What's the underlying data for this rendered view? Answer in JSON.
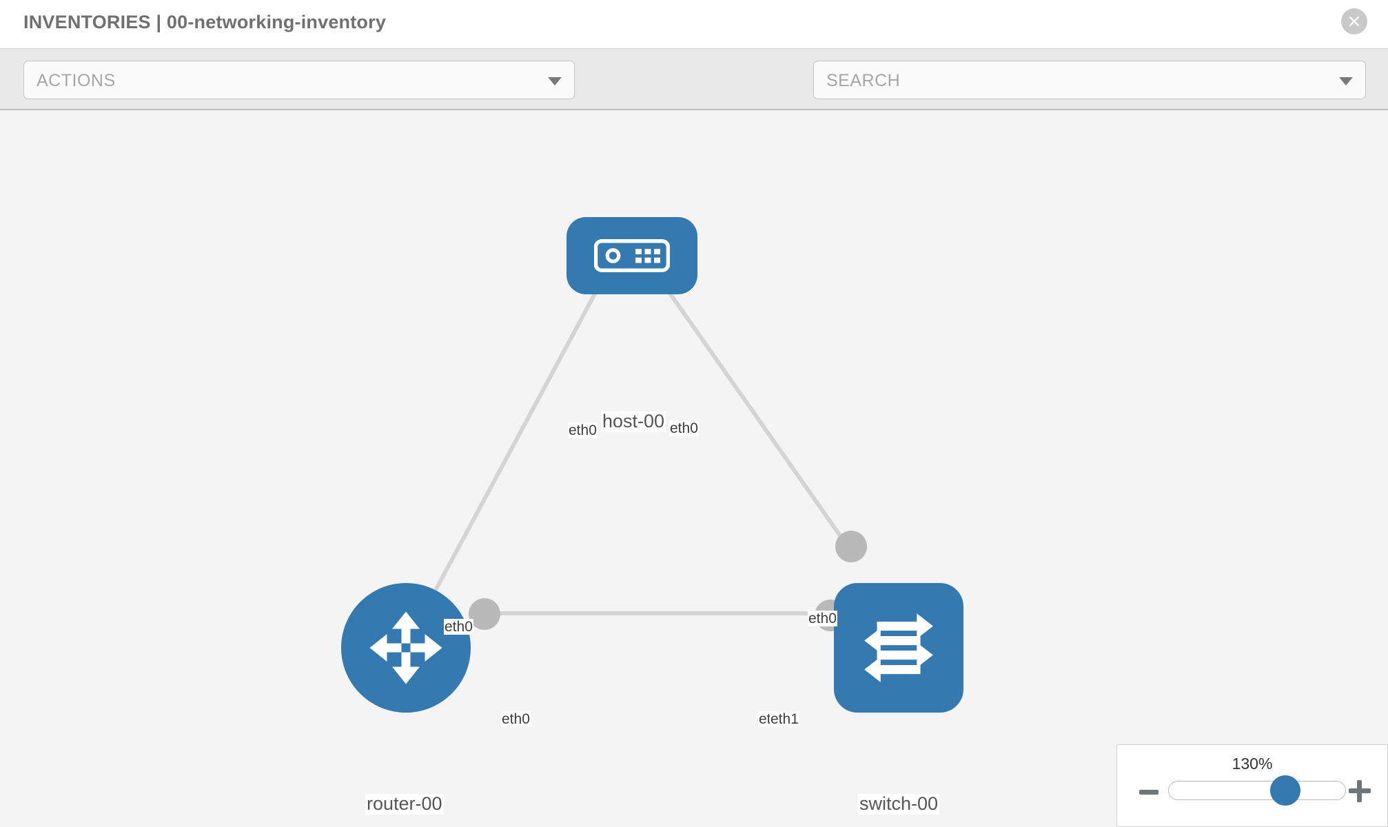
{
  "window": {
    "title": "INVENTORIES | 00-networking-inventory",
    "close_icon": "close-circle-icon"
  },
  "toolbar": {
    "actions_label": "ACTIONS",
    "actions_caret": "chevron-down-icon",
    "search_placeholder": "SEARCH",
    "search_caret": "chevron-down-icon",
    "wrench_icon": "wrench-icon",
    "key_icon": "key-icon"
  },
  "zoom_control": {
    "value": "130%",
    "minus_label": "-",
    "plus_label": "+",
    "slider_percent": 60
  },
  "colors": {
    "node_blue": "#3479b0",
    "link_gray": "#d4d4d4",
    "port_gray": "#b9b9b9",
    "toolbar_bg": "#e9e9e9",
    "canvas_bg": "#f4f4f4",
    "title_text": "#707070"
  },
  "topology": {
    "nodes": [
      {
        "id": "host-00",
        "label": "host-00",
        "icon": "server-icon",
        "shape": "rounded-rect"
      },
      {
        "id": "router-00",
        "label": "router-00",
        "icon": "router-arrows-icon",
        "shape": "circle"
      },
      {
        "id": "switch-00",
        "label": "switch-00",
        "icon": "switch-arrows-icon",
        "shape": "rounded-square"
      }
    ],
    "links": [
      {
        "from": "host-00",
        "to": "router-00",
        "from_iface": "eth0",
        "to_iface": "eth0"
      },
      {
        "from": "host-00",
        "to": "switch-00",
        "from_iface": "eth0",
        "to_iface": "eth0"
      },
      {
        "from": "router-00",
        "to": "switch-00",
        "from_iface": "eth0",
        "to_iface": "eth1"
      }
    ],
    "interface_labels": {
      "host_left": "eth0",
      "host_right": "eth0",
      "router_top": "eth0",
      "router_right": "eth0",
      "switch_top": "eth0",
      "switch_left_a": "eth",
      "switch_left_b": "eth1"
    }
  }
}
